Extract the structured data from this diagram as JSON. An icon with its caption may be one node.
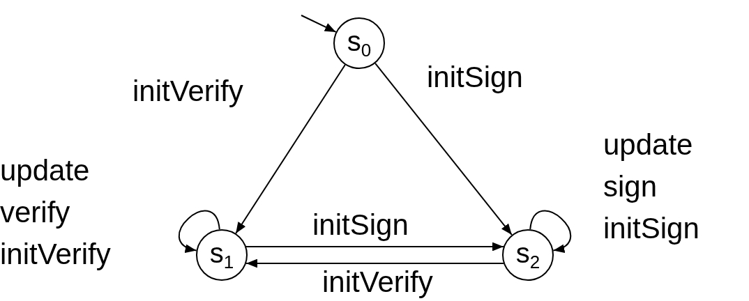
{
  "diagram": {
    "nodes": [
      {
        "text": [
          "s$_{0}$"
        ]
      },
      {
        "text": [
          "s$_{1}$"
        ]
      },
      {
        "text": [
          "s$_{2}$"
        ]
      }
    ],
    "edges": [
      {
        "from": null,
        "to": 0,
        "arrow": "to"
      },
      {
        "from": 0,
        "to": 1,
        "arrow": "to",
        "label": "initVerify"
      },
      {
        "from": 0,
        "to": 2,
        "arrow": "to",
        "label": "initSign"
      },
      {
        "from": 1,
        "to": 1,
        "arrow": "to",
        "label": "update verify initVerify"
      },
      {
        "from": 2,
        "to": 2,
        "arrow": "to",
        "label": "update sign initSign"
      },
      {
        "from": 1,
        "to": 2,
        "arrow": "to",
        "label": "initSign"
      },
      {
        "from": 2,
        "to": 1,
        "arrow": "to",
        "label": "initVerify"
      }
    ]
  }
}
